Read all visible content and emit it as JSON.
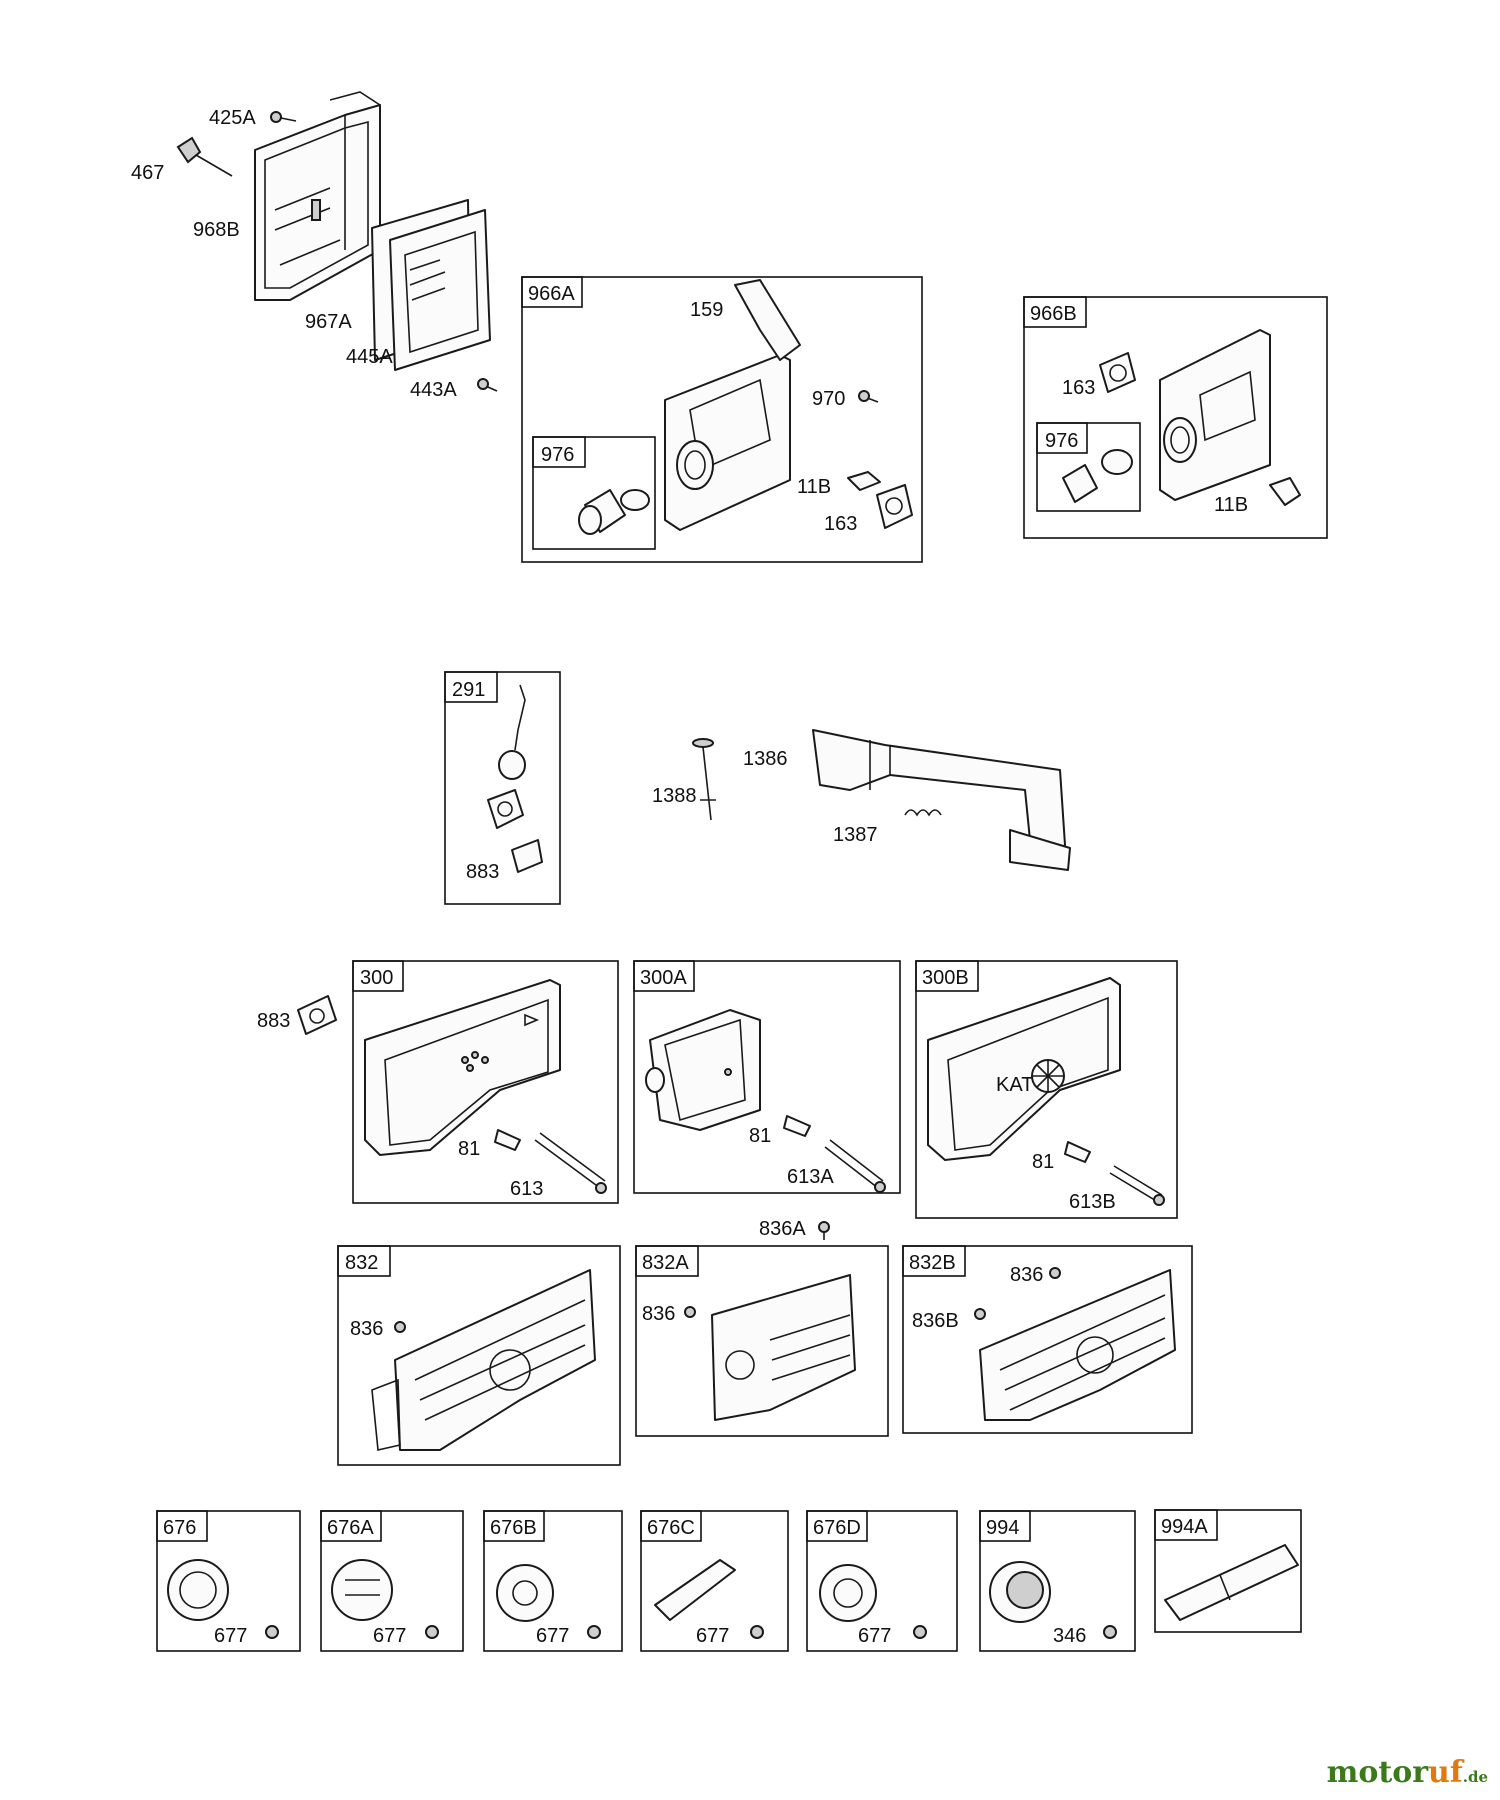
{
  "labels": {
    "p425A": "425A",
    "p467": "467",
    "p968B": "968B",
    "p967A": "967A",
    "p445A": "445A",
    "p443A": "443A",
    "g966A": "966A",
    "p159": "159",
    "p970": "970",
    "g976a": "976",
    "p11Ba": "11B",
    "p163a": "163",
    "g966B": "966B",
    "p163b": "163",
    "g976b": "976",
    "p11Bb": "11B",
    "g291": "291",
    "p883a": "883",
    "p1386": "1386",
    "p1388": "1388",
    "p1387": "1387",
    "p883b": "883",
    "g300": "300",
    "p81a": "81",
    "p613": "613",
    "g300A": "300A",
    "p81b": "81",
    "p613A": "613A",
    "g300B": "300B",
    "kat": "KAT",
    "p81c": "81",
    "p613B": "613B",
    "p836A": "836A",
    "g832": "832",
    "p836a": "836",
    "g832A": "832A",
    "p836b": "836",
    "g832B": "832B",
    "p836c": "836",
    "p836B": "836B",
    "g676": "676",
    "p677a": "677",
    "g676A": "676A",
    "p677b": "677",
    "g676B": "676B",
    "p677c": "677",
    "g676C": "676C",
    "p677d": "677",
    "g676D": "676D",
    "p677e": "677",
    "g994": "994",
    "p346": "346",
    "g994A": "994A"
  },
  "watermark": {
    "part1": "motor",
    "part2": "uf",
    "suffix": ".de"
  }
}
